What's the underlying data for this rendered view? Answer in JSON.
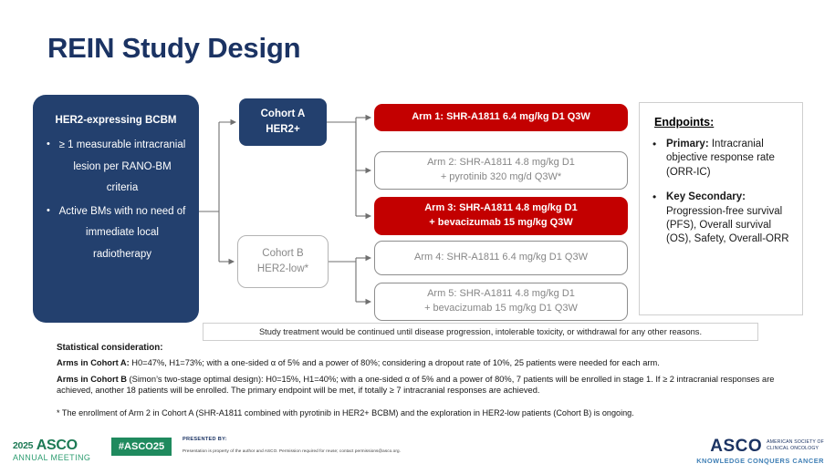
{
  "slide": {
    "title": "REIN Study Design"
  },
  "eligibility": {
    "title": "HER2-expressing BCBM",
    "criteria": [
      "≥ 1 measurable intracranial lesion per RANO-BM criteria",
      "Active BMs with no need of immediate local radiotherapy"
    ]
  },
  "cohorts": [
    {
      "name": "Cohort A",
      "sub": "HER2+",
      "style": "navy"
    },
    {
      "name": "Cohort B",
      "sub": "HER2-low*",
      "style": "outline"
    }
  ],
  "arms": [
    {
      "id": "arm1",
      "line1": "Arm 1: SHR-A1811 6.4 mg/kg D1 Q3W",
      "line2": "",
      "style": "red"
    },
    {
      "id": "arm2",
      "line1": "Arm 2: SHR-A1811 4.8 mg/kg D1",
      "line2": "+ pyrotinib 320 mg/d Q3W*",
      "style": "plain"
    },
    {
      "id": "arm3",
      "line1": "Arm 3: SHR-A1811 4.8 mg/kg D1",
      "line2": "+ bevacizumab 15 mg/kg Q3W",
      "style": "red"
    },
    {
      "id": "arm4",
      "line1": "Arm 4: SHR-A1811 6.4 mg/kg D1 Q3W",
      "line2": "",
      "style": "plain"
    },
    {
      "id": "arm5",
      "line1": "Arm 5: SHR-A1811 4.8 mg/kg D1",
      "line2": "+ bevacizumab 15 mg/kg D1 Q3W",
      "style": "plain"
    }
  ],
  "endpoints": {
    "heading": "Endpoints:",
    "items": [
      {
        "label": "Primary:",
        "text": " Intracranial objective response rate (ORR-IC)"
      },
      {
        "label": "Key Secondary:",
        "text": " Progression-free survival (PFS), Overall survival (OS), Safety, Overall-ORR"
      }
    ]
  },
  "treatment_bar": {
    "text": "Study treatment would be continued until disease progression, intolerable toxicity, or withdrawal for any other reasons."
  },
  "statistics": {
    "heading": "Statistical consideration:",
    "cohort_a_label": "Arms in Cohort A:",
    "cohort_a_text": " H0=47%, H1=73%; with a one-sided α of 5% and a power of 80%; considering a dropout rate of 10%, 25 patients were needed for each arm.",
    "cohort_b_label": "Arms in Cohort B",
    "cohort_b_text": " (Simon’s two-stage optimal design): H0=15%, H1=40%; with a one-sided α of 5% and a power of 80%, 7 patients will be enrolled in stage 1. If ≥ 2 intracranial responses are achieved, another 18 patients will be enrolled. The primary endpoint will be met, if totally ≥ 7 intracranial responses are achieved."
  },
  "footnote": {
    "text": "* The enrollment of Arm 2 in Cohort A (SHR-A1811 combined with pyrotinib in HER2+ BCBM) and the exploration in HER2-low patients (Cohort B) is ongoing."
  },
  "footer": {
    "meeting_year": "2025",
    "meeting_brand": "ASCO",
    "meeting_sub": "ANNUAL MEETING",
    "hashtag": "#ASCO25",
    "presented_by_title": "PRESENTED BY:",
    "presented_by_text": "Presentation is property of the author and ASCO. Permission required for reuse; contact permissions@asco.org.",
    "asco_mark": "ASCO",
    "asco_society_line1": "AMERICAN SOCIETY OF",
    "asco_society_line2": "CLINICAL ONCOLOGY",
    "asco_tagline": "KNOWLEDGE CONQUERS CANCER"
  },
  "colors": {
    "navy": "#23406e",
    "title_navy": "#1b3363",
    "red": "#c30000",
    "gray_text": "#868686",
    "green": "#1f8a5e",
    "light_blue": "#3f7fb5"
  }
}
